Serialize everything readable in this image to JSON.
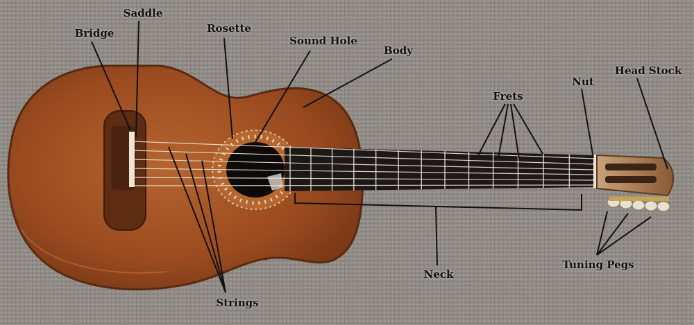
{
  "labels": {
    "saddle": "Saddle",
    "bridge": "Bridge",
    "rosette": "Rosette",
    "sound_hole": "Sound Hole",
    "body": "Body",
    "frets": "Frets",
    "nut": "Nut",
    "head_stock": "Head Stock",
    "neck": "Neck",
    "tuning_pegs": "Tuning Pegs",
    "strings": "Strings"
  },
  "colors": {
    "carpet": "#8f8a86",
    "body_wood": "#9c4e22",
    "body_shadow": "#6e3414",
    "fretboard": "#1d1816",
    "fret_wire": "#c9c6c0",
    "label_text": "#111111",
    "pointer_line": "#111111"
  },
  "icons": {
    "tuning_peg": "tuning-peg-icon"
  }
}
